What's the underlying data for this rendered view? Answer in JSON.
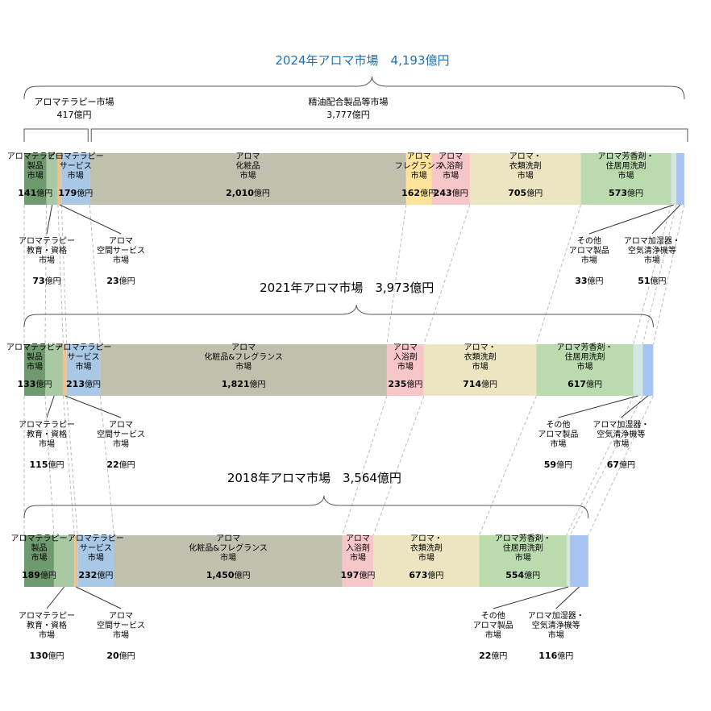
{
  "chart_data": [
    {
      "type": "bar",
      "stacked": true,
      "title": "2024年アロマ市場　4,193億円",
      "groups": [
        {
          "label": "アロマテラピー市場",
          "value": "417億円"
        },
        {
          "label": "精油配合製品等市場",
          "value": "3,777億円"
        }
      ],
      "segments": [
        {
          "key": "product",
          "label": "アロマテラピー製品市場",
          "value": 141,
          "value_text": "141",
          "color": "#6f9a6f"
        },
        {
          "key": "edu",
          "label": "アロマテラピー教育・資格市場",
          "value": 73,
          "value_text": "73",
          "color": "#a9c9a4"
        },
        {
          "key": "space",
          "label": "アロマ空間サービス市場",
          "value": 23,
          "value_text": "23",
          "color": "#f4bf8a"
        },
        {
          "key": "service",
          "label": "アロマテラピーサービス市場",
          "value": 179,
          "value_text": "179",
          "color": "#a8c8e6"
        },
        {
          "key": "cosme",
          "label": "アロマ化粧品市場",
          "value": 2010,
          "value_text": "2,010",
          "color": "#c1c0ae"
        },
        {
          "key": "fragrance",
          "label": "アロマフレグランス市場",
          "value": 162,
          "value_text": "162",
          "color": "#fde49a"
        },
        {
          "key": "bath",
          "label": "アロマ入浴剤市場",
          "value": 243,
          "value_text": "243",
          "color": "#f6c6c8"
        },
        {
          "key": "laundry",
          "label": "アロマ・衣類洗剤市場",
          "value": 705,
          "value_text": "705",
          "color": "#ebe5c1"
        },
        {
          "key": "air",
          "label": "アロマ芳香剤・住居用洗剤市場",
          "value": 573,
          "value_text": "573",
          "color": "#b9dbae"
        },
        {
          "key": "other",
          "label": "その他アロマ製品市場",
          "value": 33,
          "value_text": "33",
          "color": "#d4e6e1"
        },
        {
          "key": "humid",
          "label": "アロマ加湿器・空気清浄機等市場",
          "value": 51,
          "value_text": "51",
          "color": "#a7c3f2"
        }
      ],
      "unit": "億円"
    },
    {
      "type": "bar",
      "stacked": true,
      "title": "2021年アロマ市場　3,973億円",
      "segments": [
        {
          "key": "product",
          "label": "アロマテラピー製品市場",
          "value": 133,
          "value_text": "133",
          "color": "#6f9a6f"
        },
        {
          "key": "edu",
          "label": "アロマテラピー教育・資格市場",
          "value": 115,
          "value_text": "115",
          "color": "#a9c9a4"
        },
        {
          "key": "space",
          "label": "アロマ空間サービス市場",
          "value": 22,
          "value_text": "22",
          "color": "#f4bf8a"
        },
        {
          "key": "service",
          "label": "アロマテラピーサービス市場",
          "value": 213,
          "value_text": "213",
          "color": "#a8c8e6"
        },
        {
          "key": "cosme",
          "label": "アロマ化粧品&フレグランス市場",
          "value": 1821,
          "value_text": "1,821",
          "color": "#c1c0ae"
        },
        {
          "key": "bath",
          "label": "アロマ入浴剤市場",
          "value": 235,
          "value_text": "235",
          "color": "#f6c6c8"
        },
        {
          "key": "laundry",
          "label": "アロマ・衣類洗剤市場",
          "value": 714,
          "value_text": "714",
          "color": "#ebe5c1"
        },
        {
          "key": "air",
          "label": "アロマ芳香剤・住居用洗剤市場",
          "value": 617,
          "value_text": "617",
          "color": "#b9dbae"
        },
        {
          "key": "other",
          "label": "その他アロマ製品市場",
          "value": 59,
          "value_text": "59",
          "color": "#d4e6e1"
        },
        {
          "key": "humid",
          "label": "アロマ加湿器・空気清浄機等市場",
          "value": 67,
          "value_text": "67",
          "color": "#a7c3f2"
        }
      ],
      "unit": "億円"
    },
    {
      "type": "bar",
      "stacked": true,
      "title": "2018年アロマ市場　3,564億円",
      "segments": [
        {
          "key": "product",
          "label": "アロマテラピー製品市場",
          "value": 189,
          "value_text": "189",
          "color": "#6f9a6f"
        },
        {
          "key": "edu",
          "label": "アロマテラピー教育・資格市場",
          "value": 130,
          "value_text": "130",
          "color": "#a9c9a4"
        },
        {
          "key": "space",
          "label": "アロマ空間サービス市場",
          "value": 20,
          "value_text": "20",
          "color": "#f4bf8a"
        },
        {
          "key": "service",
          "label": "アロマテラピーサービス市場",
          "value": 232,
          "value_text": "232",
          "color": "#a8c8e6"
        },
        {
          "key": "cosme",
          "label": "アロマ化粧品&フレグランス市場",
          "value": 1450,
          "value_text": "1,450",
          "color": "#c1c0ae"
        },
        {
          "key": "bath",
          "label": "アロマ入浴剤市場",
          "value": 197,
          "value_text": "197",
          "color": "#f6c6c8"
        },
        {
          "key": "laundry",
          "label": "アロマ・衣類洗剤市場",
          "value": 673,
          "value_text": "673",
          "color": "#ebe5c1"
        },
        {
          "key": "air",
          "label": "アロマ芳香剤・住居用洗剤市場",
          "value": 554,
          "value_text": "554",
          "color": "#b9dbae"
        },
        {
          "key": "other",
          "label": "その他アロマ製品市場",
          "value": 22,
          "value_text": "22",
          "color": "#d4e6e1"
        },
        {
          "key": "humid",
          "label": "アロマ加湿器・空気清浄機等市場",
          "value": 116,
          "value_text": "116",
          "color": "#a7c3f2"
        }
      ],
      "unit": "億円"
    }
  ],
  "inside_labels": {
    "2024": {
      "product": [
        "アロマテラピー",
        "製品",
        "市場"
      ],
      "service": [
        "アロマテラピー",
        "サービス",
        "市場"
      ],
      "cosme": [
        "アロマ",
        "化粧品",
        "市場"
      ],
      "fragrance": [
        "アロマ",
        "フレグランス",
        "市場"
      ],
      "bath": [
        "アロマ",
        "入浴剤",
        "市場"
      ],
      "laundry": [
        "アロマ・",
        "衣類洗剤",
        "市場"
      ],
      "air": [
        "アロマ芳香剤・",
        "住居用洗剤",
        "市場"
      ]
    },
    "2021": {
      "product": [
        "アロマテラピー",
        "製品",
        "市場"
      ],
      "service": [
        "アロマテラピー",
        "サービス",
        "市場"
      ],
      "cosme": [
        "アロマ",
        "化粧品&フレグランス",
        "市場"
      ],
      "bath": [
        "アロマ",
        "入浴剤",
        "市場"
      ],
      "laundry": [
        "アロマ・",
        "衣類洗剤",
        "市場"
      ],
      "air": [
        "アロマ芳香剤・",
        "住居用洗剤",
        "市場"
      ]
    },
    "2018": {
      "product": [
        "アロマテラピー",
        "製品",
        "市場"
      ],
      "service": [
        "アロマテラピー",
        "サービス",
        "市場"
      ],
      "cosme": [
        "アロマ",
        "化粧品&フレグランス",
        "市場"
      ],
      "bath": [
        "アロマ",
        "入浴剤",
        "市場"
      ],
      "laundry": [
        "アロマ・",
        "衣類洗剤",
        "市場"
      ],
      "air": [
        "アロマ芳香剤・",
        "住居用洗剤",
        "市場"
      ]
    }
  },
  "outside_labels": {
    "edu": [
      "アロマテラピー",
      "教育・資格",
      "市場"
    ],
    "space": [
      "アロマ",
      "空間サービス",
      "市場"
    ],
    "other": [
      "その他",
      "アロマ製品",
      "市場"
    ],
    "humid": [
      "アロマ加湿器・",
      "空気清浄機等",
      "市場"
    ]
  }
}
